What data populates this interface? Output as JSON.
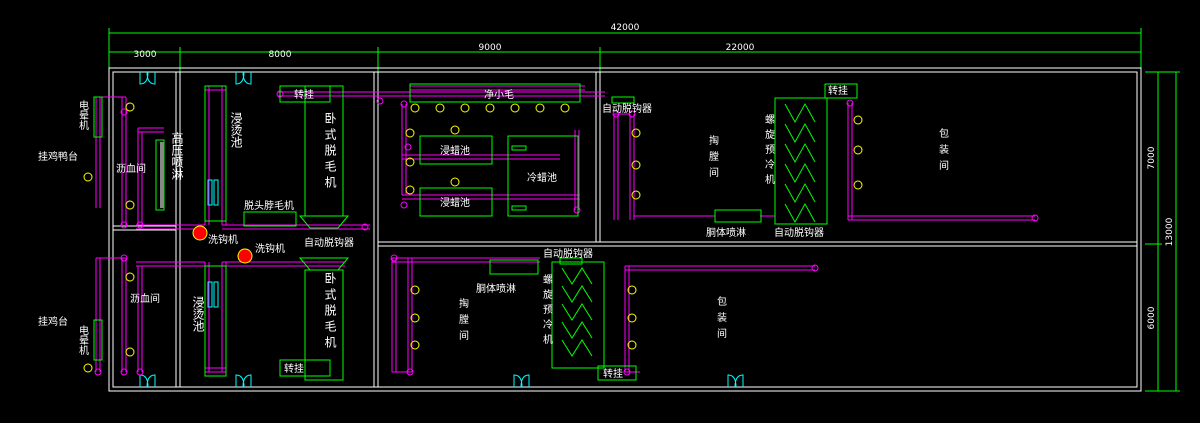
{
  "dims": {
    "total": "42000",
    "d1": "3000",
    "d2": "8000",
    "d3": "9000",
    "d4": "22000",
    "right_total": "13000",
    "right_top": "7000",
    "right_bottom": "6000"
  },
  "labels": {
    "electric_stun_top": "电晕机",
    "electric_stun_bottom": "电晕机",
    "hang_platform_top": "挂鸡鸭台",
    "hang_platform_bottom": "挂鸡台",
    "bleed_top": "沥血间",
    "bleed_bottom": "沥血间",
    "high_pressure": "高压喷淋",
    "scald_top": "浸烫池",
    "scald_bottom": "浸烫池",
    "head_foot_dehair": "脱头脖毛机",
    "wash_claw_1": "洗钩机",
    "wash_claw_2": "洗钩机",
    "transfer_1": "转挂",
    "transfer_2": "转挂",
    "transfer_3": "转挂",
    "transfer_4": "转挂",
    "horizontal_dehair_top": "卧式脱毛机",
    "horizontal_dehair_bottom": "卧式脱毛机",
    "auto_unhook_1": "自动脱钩器",
    "auto_unhook_2": "自动脱钩器",
    "auto_unhook_3": "自动脱钩器",
    "auto_unhook_4": "自动脱钩器",
    "fine_hair": "净小毛",
    "wax_1": "浸蜡池",
    "wax_2": "浸蜡池",
    "cool_wax": "冷蜡池",
    "evisc_top": "掏膛间",
    "evisc_bottom": "掏膛间",
    "carcass_spray_top": "胴体喷淋",
    "carcass_spray_bottom": "胴体喷淋",
    "spiral_top": "螺旋预冷机",
    "spiral_bottom": "螺旋预冷机",
    "pack_top": "包装间",
    "pack_bottom": "包装间"
  },
  "colors": {
    "background": "#000000",
    "wall": "#ffffff",
    "dimension": "#00ff00",
    "conveyor": "#ff00ff",
    "equipment": "#00ff00",
    "door": "#00ffff",
    "hook": "#ffff00",
    "washer": "#ff0000"
  }
}
